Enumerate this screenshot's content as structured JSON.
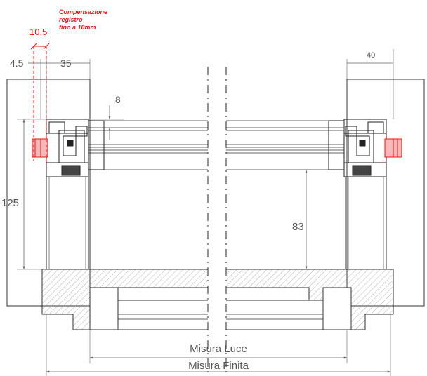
{
  "annotation": {
    "note_line1": "Compensazione",
    "note_line2": "registro",
    "note_line3": "fino a 10mm"
  },
  "dimensions": {
    "top_left_adjust": "10.5",
    "left_gap": "4.5",
    "left_frame": "35",
    "right_frame": "40",
    "glass_step": "8",
    "left_height": "125",
    "right_height": "83"
  },
  "labels": {
    "clear_opening": "Misura Luce",
    "finished_size": "Misura Finita"
  },
  "colors": {
    "line": "#333333",
    "dim_line": "#666666",
    "highlight": "#e01818",
    "hatch": "#9a9a9a"
  }
}
